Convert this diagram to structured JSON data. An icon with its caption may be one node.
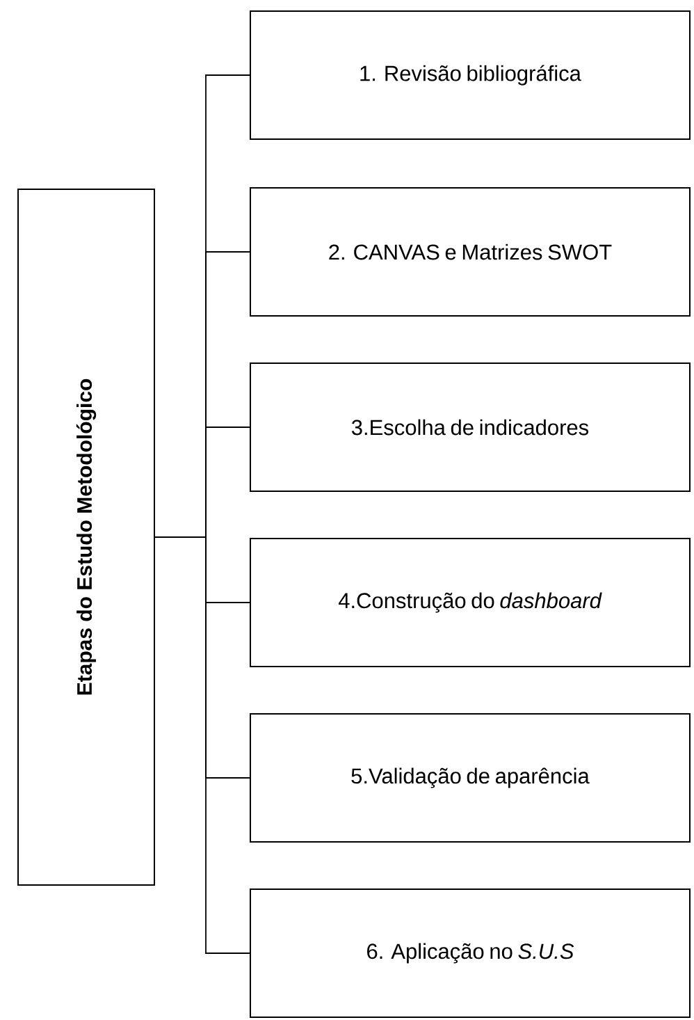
{
  "diagram": {
    "nodes": [
      {
        "text": [
          "Etapas do Estudo Metodológico"
        ]
      },
      {
        "text": [
          "1. Revisão bibliográfica"
        ]
      },
      {
        "text": [
          "2. CANVAS e Matrizes SWOT"
        ]
      },
      {
        "text": [
          "3.Escolha de indicadores"
        ]
      },
      {
        "text": [
          "4.Construção do *dashboard*"
        ]
      },
      {
        "text": [
          "5.Validação de aparência"
        ]
      },
      {
        "text": [
          "6. Aplicação no *S.U.S*"
        ]
      }
    ],
    "edges": [
      {
        "from": 0,
        "to": 1,
        "arrow": "none"
      },
      {
        "from": 0,
        "to": 2,
        "arrow": "none"
      },
      {
        "from": 0,
        "to": 3,
        "arrow": "none"
      },
      {
        "from": 0,
        "to": 4,
        "arrow": "none"
      },
      {
        "from": 0,
        "to": 5,
        "arrow": "none"
      },
      {
        "from": 0,
        "to": 6,
        "arrow": "none"
      }
    ]
  }
}
